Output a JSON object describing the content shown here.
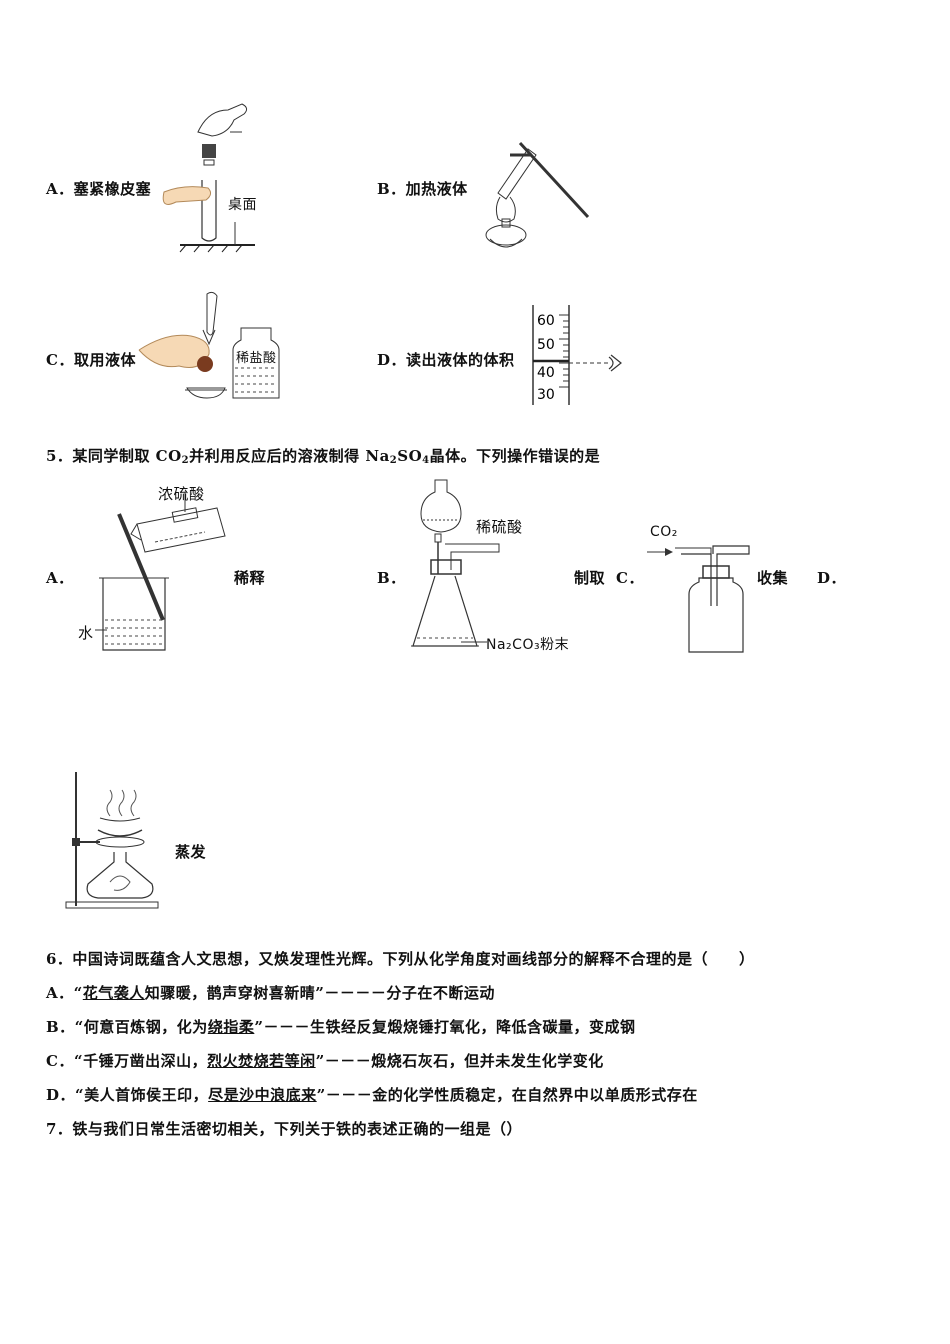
{
  "q4": {
    "a": {
      "text": "A．塞紧橡皮塞",
      "fig_label": "桌面"
    },
    "b": {
      "text": "B．加热液体"
    },
    "c": {
      "text": "C．取用液体",
      "fig_label": "稀盐酸"
    },
    "d": {
      "text": "D．读出液体的体积",
      "ticks": [
        "60",
        "50",
        "40",
        "30"
      ]
    }
  },
  "q5": {
    "stem_pre": "5．某同学制取 CO",
    "stem_sub1": "2",
    "stem_mid": "并利用反应后的溶液制得 Na",
    "stem_sub2": "2",
    "stem_mid2": "SO",
    "stem_sub3": "4",
    "stem_post": "晶体。下列操作错误的是",
    "a": {
      "letter": "A．",
      "caption": "稀释",
      "fig_label_top": "浓硫酸",
      "fig_label_water": "水"
    },
    "b": {
      "letter": "B．",
      "caption": "制取",
      "fig_label_top": "稀硫酸",
      "fig_label_bottom": "Na₂CO₃粉末"
    },
    "c": {
      "letter": "C．",
      "caption": "收集",
      "fig_label_gas": "CO₂"
    },
    "d": {
      "letter": "D．",
      "caption": "蒸发"
    }
  },
  "q6": {
    "stem": "6．中国诗词既蕴含人文思想，又焕发理性光辉。下列从化学角度对画线部分的解释不合理的是（　　）",
    "options": [
      {
        "prefix": "A．“",
        "underlined": "花气袭人",
        "rest": "知骤暖，鹊声穿树喜新晴”－－－－分子在不断运动"
      },
      {
        "prefix": "B．“何意百炼钢，化为",
        "underlined": "绕指柔",
        "rest": "”－－－生铁经反复煅烧锤打氧化，降低含碳量，变成钢"
      },
      {
        "prefix": "C．“千锤万凿出深山，",
        "underlined": "烈火焚烧若等闲",
        "rest": "”－－－煅烧石灰石，但并未发生化学变化"
      },
      {
        "prefix": "D．“美人首饰侯王印，",
        "underlined": "尽是沙中浪底来",
        "rest": "”－－－金的化学性质稳定，在自然界中以单质形式存在"
      }
    ]
  },
  "q7": {
    "stem": "7．铁与我们日常生活密切相关，下列关于铁的表述正确的一组是（）"
  }
}
